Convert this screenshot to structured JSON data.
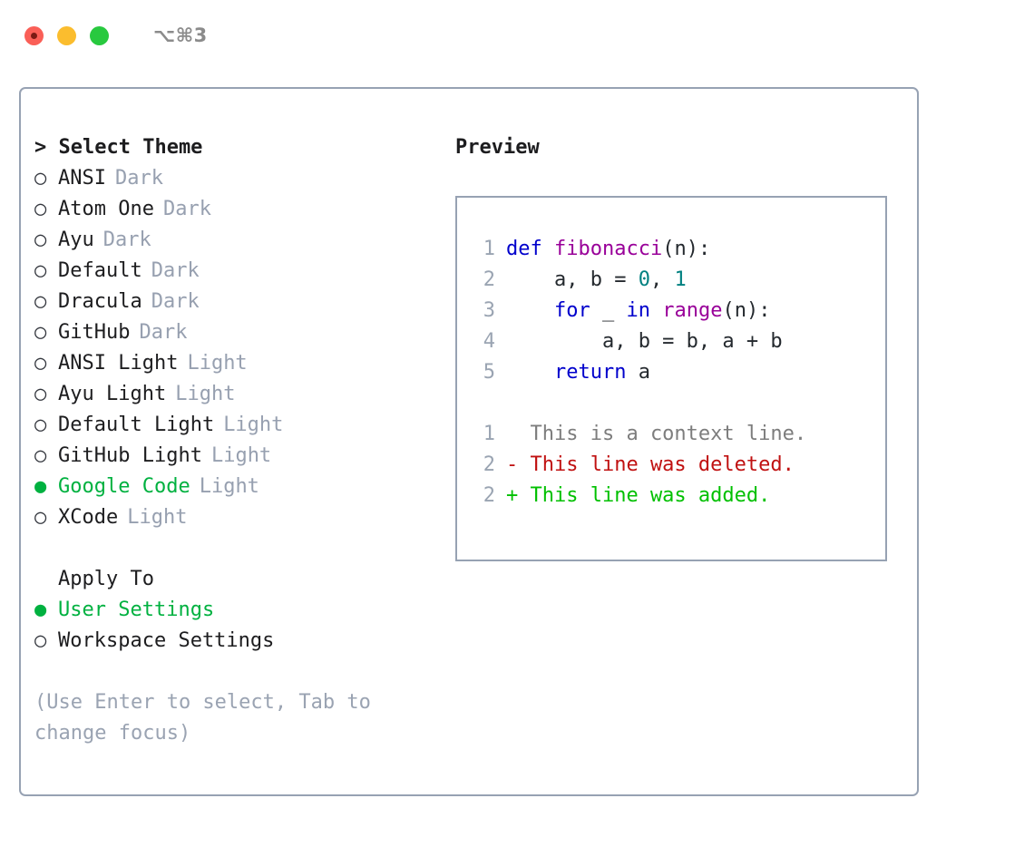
{
  "titlebar": {
    "shortcut": "⌥⌘3",
    "buttons": [
      {
        "name": "close",
        "color": "#fa5f57"
      },
      {
        "name": "minimize",
        "color": "#fbbd2e"
      },
      {
        "name": "zoom",
        "color": "#28c93f"
      }
    ]
  },
  "theme_picker": {
    "header": "> Select Theme",
    "marker_unselected": "○",
    "marker_selected": "●",
    "selected_color": "#00b140",
    "items": [
      {
        "name": "ANSI",
        "tag": "Dark",
        "selected": false
      },
      {
        "name": "Atom One",
        "tag": "Dark",
        "selected": false
      },
      {
        "name": "Ayu",
        "tag": "Dark",
        "selected": false
      },
      {
        "name": "Default",
        "tag": "Dark",
        "selected": false
      },
      {
        "name": "Dracula",
        "tag": "Dark",
        "selected": false
      },
      {
        "name": "GitHub",
        "tag": "Dark",
        "selected": false
      },
      {
        "name": "ANSI Light",
        "tag": "Light",
        "selected": false
      },
      {
        "name": "Ayu Light",
        "tag": "Light",
        "selected": false
      },
      {
        "name": "Default Light",
        "tag": "Light",
        "selected": false
      },
      {
        "name": "GitHub Light",
        "tag": "Light",
        "selected": false
      },
      {
        "name": "Google Code",
        "tag": "Light",
        "selected": true
      },
      {
        "name": "XCode",
        "tag": "Light",
        "selected": false
      }
    ]
  },
  "apply_to": {
    "header": "Apply To",
    "options": [
      {
        "label": "User Settings",
        "selected": true
      },
      {
        "label": "Workspace Settings",
        "selected": false
      }
    ]
  },
  "hint": "(Use Enter to select, Tab to change focus)",
  "preview": {
    "title": "Preview",
    "code_lines": [
      {
        "no": "1",
        "tokens": [
          {
            "t": "def",
            "c": "kw"
          },
          {
            "t": " ",
            "c": "plain"
          },
          {
            "t": "fibonacci",
            "c": "fn"
          },
          {
            "t": "(n):",
            "c": "plain"
          }
        ]
      },
      {
        "no": "2",
        "tokens": [
          {
            "t": "    a, b = ",
            "c": "plain"
          },
          {
            "t": "0",
            "c": "num"
          },
          {
            "t": ", ",
            "c": "plain"
          },
          {
            "t": "1",
            "c": "num"
          }
        ]
      },
      {
        "no": "3",
        "tokens": [
          {
            "t": "    ",
            "c": "plain"
          },
          {
            "t": "for",
            "c": "kw"
          },
          {
            "t": " _ ",
            "c": "plain"
          },
          {
            "t": "in",
            "c": "kw"
          },
          {
            "t": " ",
            "c": "plain"
          },
          {
            "t": "range",
            "c": "fn"
          },
          {
            "t": "(n):",
            "c": "plain"
          }
        ]
      },
      {
        "no": "4",
        "tokens": [
          {
            "t": "        a, b = b, a + b",
            "c": "plain"
          }
        ]
      },
      {
        "no": "5",
        "tokens": [
          {
            "t": "    ",
            "c": "plain"
          },
          {
            "t": "return",
            "c": "kw"
          },
          {
            "t": " a",
            "c": "plain"
          }
        ]
      }
    ],
    "diff_lines": [
      {
        "no": "1",
        "sign": "  ",
        "text": "This is a context line.",
        "kind": "ctx"
      },
      {
        "no": "2",
        "sign": "- ",
        "text": "This line was deleted.",
        "kind": "del"
      },
      {
        "no": "2",
        "sign": "+ ",
        "text": "This line was added.",
        "kind": "add"
      }
    ],
    "colors": {
      "keyword": "#0000cc",
      "function": "#990099",
      "number": "#008080",
      "plain": "#24292e",
      "lineno": "#9aa4b2",
      "diff_context": "#7d7d7d",
      "diff_deleted": "#c01111",
      "diff_added": "#00c000",
      "border": "#97a2b3"
    }
  }
}
